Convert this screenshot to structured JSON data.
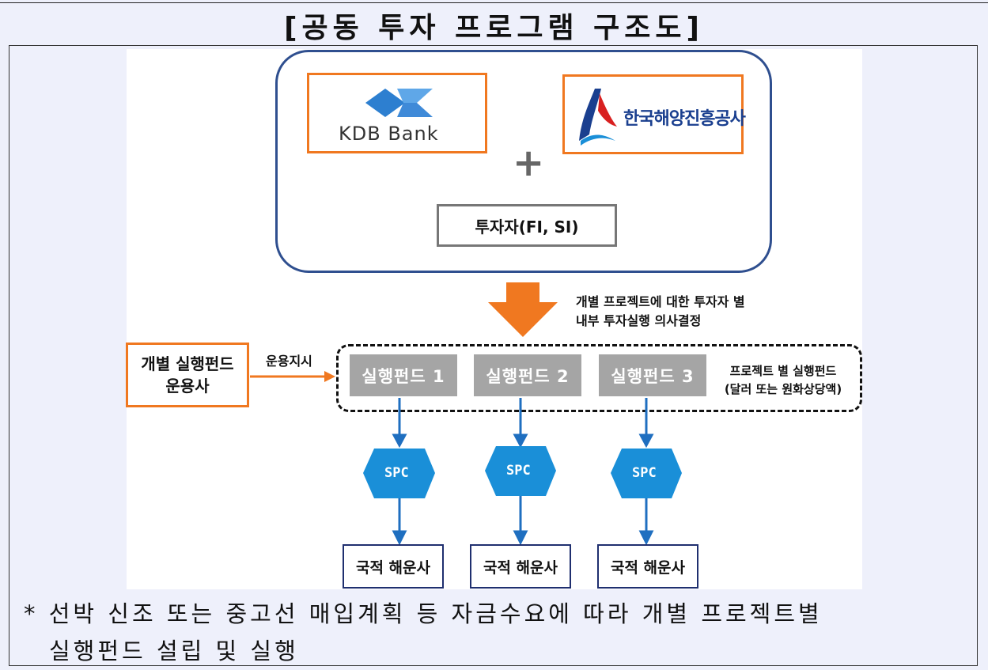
{
  "title": "[공동 투자 프로그램 구조도]",
  "logos": {
    "kdb": "KDB Bank",
    "kobc": "한국해양진흥공사"
  },
  "plus_symbol": "+",
  "investor_label": "투자자(FI, SI)",
  "decision_note": {
    "line1": "개별 프로젝트에 대한 투자자 별",
    "line2": "내부 투자실행 의사결정"
  },
  "manager": {
    "line1": "개별 실행펀드",
    "line2": "운용사"
  },
  "instruction_label": "운용지시",
  "funds": [
    "실행펀드 1",
    "실행펀드 2",
    "실행펀드 3"
  ],
  "fund_note": {
    "line1": "프로젝트 별 실행펀드",
    "line2": "(달러 또는 원화상당액)"
  },
  "spc_labels": [
    "SPC",
    "SPC",
    "SPC"
  ],
  "shipping_labels": [
    "국적 해운사",
    "국적 해운사",
    "국적 해운사"
  ],
  "footnote": {
    "line1": "* 선박 신조 또는 중고선 매입계획 등 자금수요에 따라 개별 프로젝트별",
    "line2": "실행펀드 설립 및 실행"
  },
  "colors": {
    "orange": "#f07820",
    "navy": "#2f4f8f",
    "blue_arrow": "#1f6fc0",
    "spc_blue": "#1a8fd8",
    "fund_gray": "#a5a5a5",
    "background": "#eef0fb"
  }
}
